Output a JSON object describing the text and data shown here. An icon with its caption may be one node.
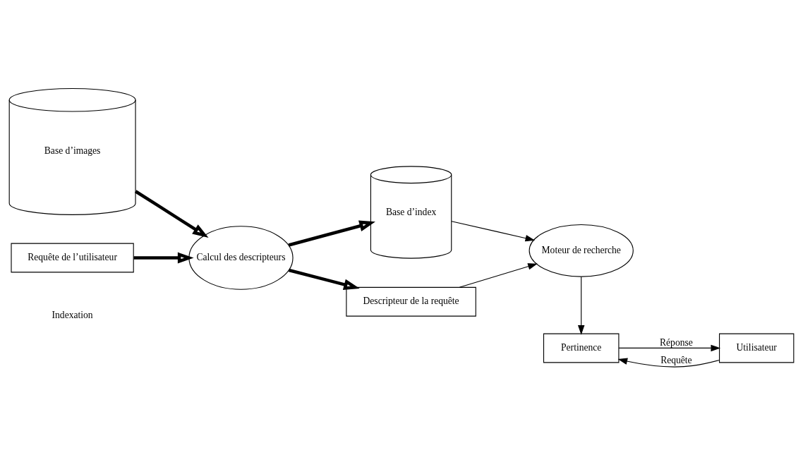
{
  "diagram": {
    "nodes": [
      {
        "text": [
          "Base d’images"
        ]
      },
      {
        "text": [
          "Calcul des descripteurs"
        ]
      },
      {
        "text": [
          "Base d’index"
        ]
      },
      {
        "text": [
          "Requête de l’utilisateur"
        ]
      },
      {
        "text": [
          "Descripteur de la requête"
        ]
      },
      {
        "text": [
          "Utilisateur"
        ]
      },
      {
        "text": [
          "Pertinence"
        ]
      },
      {
        "text": [
          "Moteur de recherche"
        ]
      }
    ],
    "edges": [
      {
        "from": 0,
        "to": 1,
        "arrow": "to",
        "style": "thick"
      },
      {
        "from": 3,
        "to": 1,
        "arrow": "to",
        "style": "thick"
      },
      {
        "from": 1,
        "to": 2,
        "arrow": "to",
        "style": "thick"
      },
      {
        "from": 1,
        "to": 4,
        "arrow": "to",
        "style": "thick"
      },
      {
        "from": 2,
        "to": 7,
        "arrow": "to"
      },
      {
        "from": 4,
        "to": 7,
        "arrow": "to"
      },
      {
        "from": 7,
        "to": 6,
        "arrow": "to"
      },
      {
        "from": 6,
        "to": 5,
        "arrow": "to",
        "label": "Réponse"
      },
      {
        "from": 5,
        "to": 6,
        "arrow": "to",
        "label": "Requête"
      }
    ],
    "labels": [
      "Indexation"
    ]
  }
}
